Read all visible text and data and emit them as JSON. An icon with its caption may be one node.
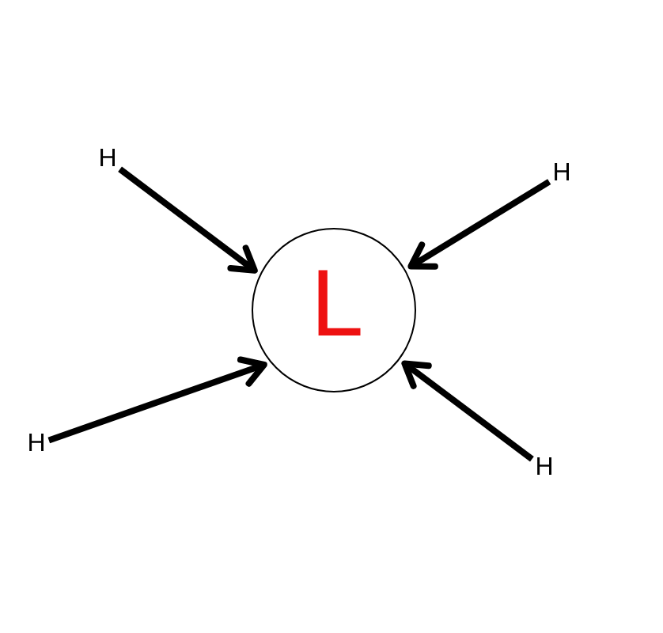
{
  "diagram": {
    "nodes": [
      {
        "text": [
          "H"
        ]
      },
      {
        "text": [
          "H"
        ]
      },
      {
        "text": [
          "L"
        ]
      },
      {
        "text": [
          "H"
        ]
      },
      {
        "text": [
          "H"
        ]
      }
    ],
    "edges": [
      {
        "from": 0,
        "to": 2,
        "arrow": "to"
      },
      {
        "from": 1,
        "to": 2,
        "arrow": "to"
      },
      {
        "from": 3,
        "to": 2,
        "arrow": "to"
      },
      {
        "from": 4,
        "to": 2,
        "arrow": "to"
      }
    ]
  }
}
